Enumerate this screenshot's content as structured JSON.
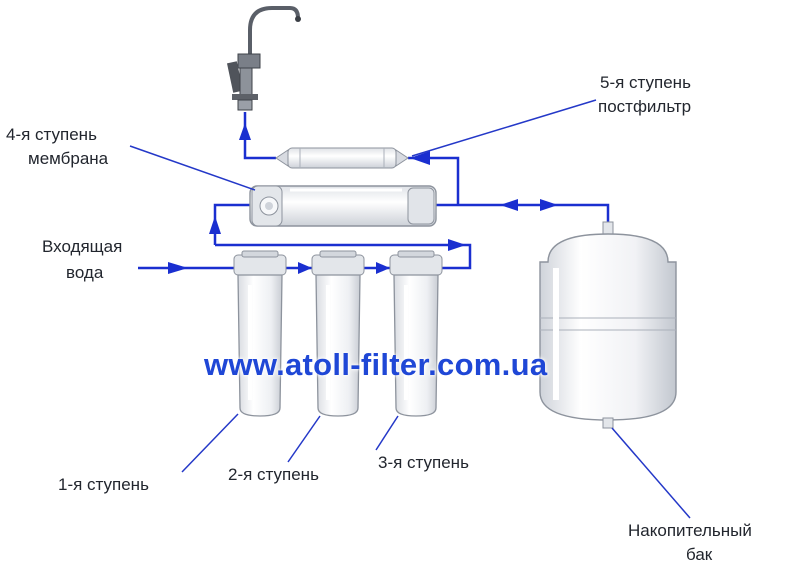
{
  "labels": {
    "stage4_line1": "4-я ступень",
    "stage4_line2": "мембрана",
    "stage5_line1": "5-я ступень",
    "stage5_line2": "постфильтр",
    "inlet_line1": "Входящая",
    "inlet_line2": "вода",
    "stage1": "1-я ступень",
    "stage2": "2-я ступень",
    "stage3": "3-я ступень",
    "tank_line1": "Накопительный",
    "tank_line2": "бак"
  },
  "watermark": "www.atoll-filter.com.ua",
  "colors": {
    "pipe": "#1a2fd0",
    "leader": "#2438c8",
    "text": "#22262e",
    "watermark": "#1f47d6",
    "housing_fill": "#f4f5f7",
    "housing_stroke": "#9aa0ab"
  }
}
